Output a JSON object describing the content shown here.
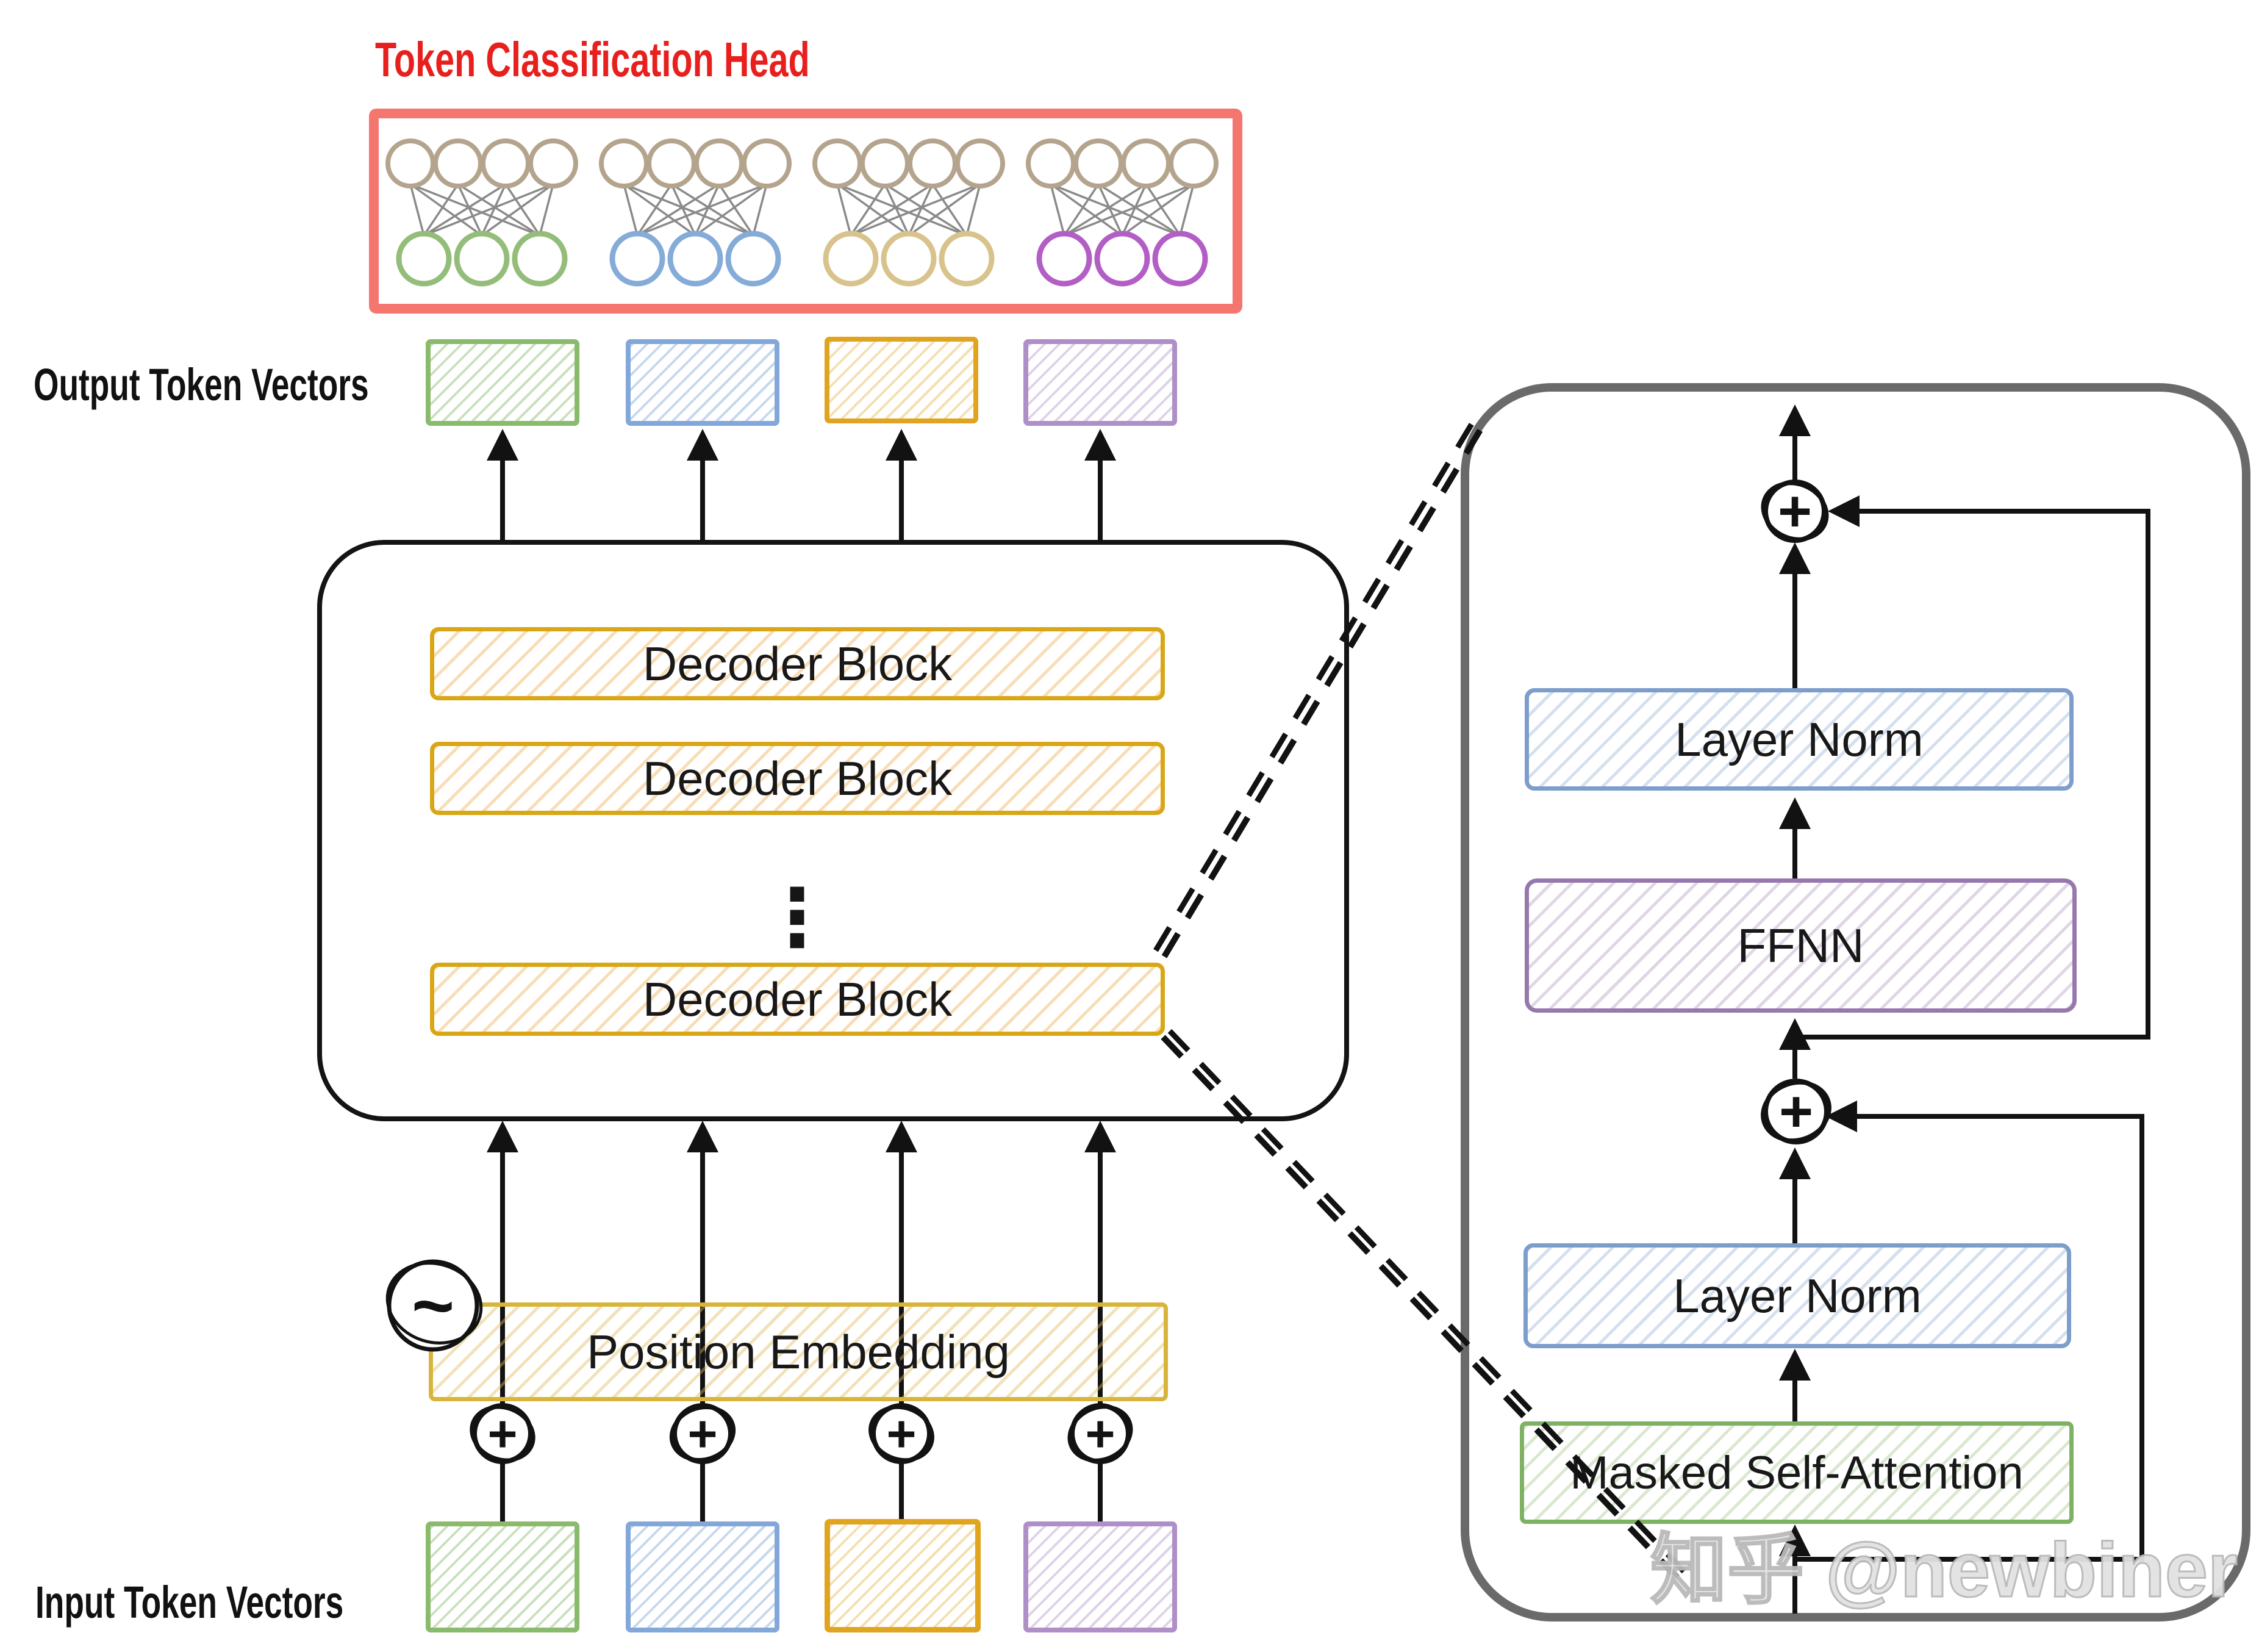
{
  "title": {
    "text": "Token Classification Head",
    "color": "#e8201d"
  },
  "classification_head": {
    "box_color": "#f5756f",
    "node_top_color": "#b5a48d",
    "wire_color": "#8a8a8a",
    "top_nodes_per_group": 4,
    "bottom_nodes_per_group": 3,
    "groups": [
      {
        "name": "green",
        "color": "#93bd78"
      },
      {
        "name": "blue",
        "color": "#85abd9"
      },
      {
        "name": "yellow",
        "color": "#d8c38c"
      },
      {
        "name": "purple",
        "color": "#b35ec5"
      }
    ]
  },
  "labels": {
    "output_vectors": "Output Token Vectors",
    "input_vectors": "Input Token Vectors"
  },
  "token_vectors": {
    "colors": [
      "#8abb6d",
      "#82a8d9",
      "#e1a41f",
      "#af8fc7"
    ]
  },
  "decoder_stack": {
    "border_color": "#d9a716",
    "blocks": [
      "Decoder Block",
      "Decoder Block",
      "Decoder Block"
    ],
    "ellipsis": "⋮"
  },
  "position_embedding": {
    "label": "Position Embedding",
    "border_color": "#d9b43c"
  },
  "symbols": {
    "plus": "+",
    "tilde": "~"
  },
  "detail_panel": {
    "border_color": "#6a6a6a",
    "layer_norm_top": "Layer Norm",
    "ffnn": "FFNN",
    "layer_norm_bottom": "Layer Norm",
    "masked_self_attention": "Masked Self-Attention",
    "colors": {
      "layer_norm": "#7d9dcb",
      "ffnn": "#9778ad",
      "masked_self_attention": "#7fb163"
    }
  },
  "watermark": {
    "text": "知乎 @newbiner"
  }
}
